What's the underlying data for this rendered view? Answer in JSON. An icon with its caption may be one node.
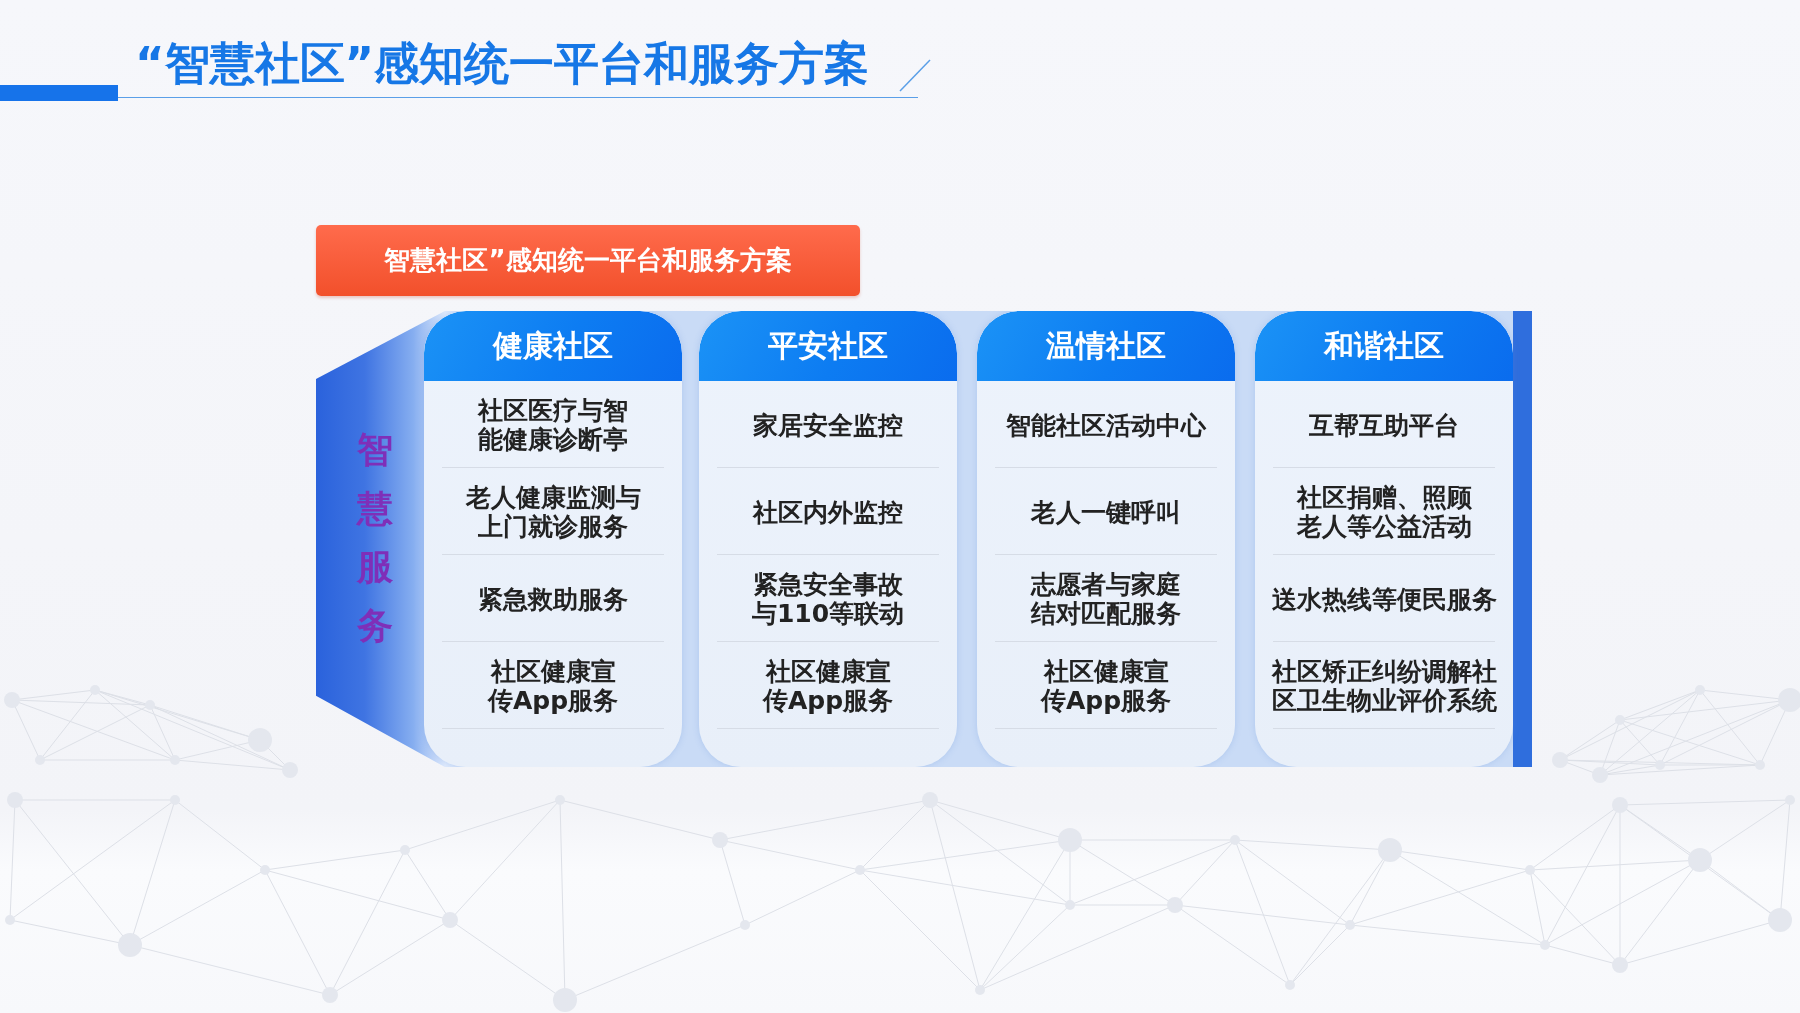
{
  "diagram": {
    "title": "“智慧社区”感知统一平台和服务方案",
    "nodes": [
      {
        "text": [
          "智慧社区”感知统一平台和服务方案"
        ]
      },
      {
        "text": [
          "智慧服务"
        ]
      },
      {
        "text": [
          "健康社区",
          "社区医疗与智能健康诊断亭",
          "老人健康监测与上门就诊服务",
          "紧急救助服务",
          "社区健康宣传App服务"
        ],
        "in": 1
      },
      {
        "text": [
          "平安社区",
          "家居安全监控",
          "社区内外监控",
          "紧急安全事故与110等联动",
          "社区健康宣传App服务"
        ],
        "in": 1
      },
      {
        "text": [
          "温情社区",
          "智能社区活动中心",
          "老人一键呼叫",
          "志愿者与家庭结对匹配服务",
          "社区健康宣传App服务"
        ],
        "in": 1
      },
      {
        "text": [
          "和谐社区",
          "互帮互助平台",
          "社区捐赠、照顾老人等公益活动",
          "送水热线等便民服务",
          "社区矫正纠纷调解社区卫生物业评价系统"
        ],
        "in": 1
      }
    ]
  }
}
